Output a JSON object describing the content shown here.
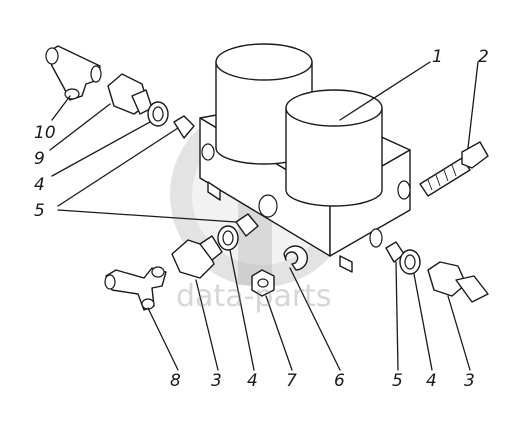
{
  "diagram": {
    "callouts": {
      "c1": "1",
      "c2": "2",
      "c3a": "3",
      "c3b": "3",
      "c4a": "4",
      "c4b": "4",
      "c4c": "4",
      "c5a": "5",
      "c5b": "5",
      "c6": "6",
      "c7": "7",
      "c8": "8",
      "c9": "9",
      "c10": "10"
    },
    "watermark": "data-parts"
  }
}
